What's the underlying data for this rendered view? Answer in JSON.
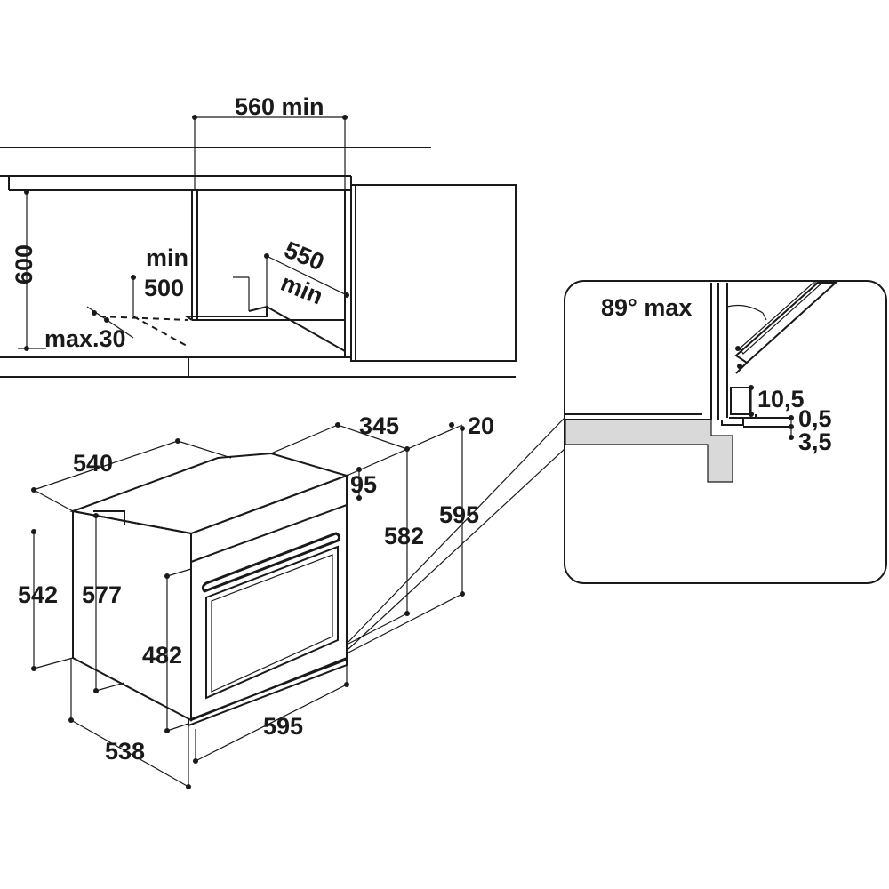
{
  "labels": {
    "cabinet_width": "560 min",
    "cabinet_height": "600",
    "rear_gap_min": "min",
    "rear_gap_value": "500",
    "depth_min_value": "550",
    "depth_min_label": "min",
    "rear_opening": "max.30",
    "oven_depth_top": "540",
    "top_depth_345": "345",
    "top_20": "20",
    "panel_95": "95",
    "height_582": "582",
    "height_595": "595",
    "side_542": "542",
    "side_577": "577",
    "door_482": "482",
    "width_595": "595",
    "depth_538": "538",
    "door_angle": "89° max",
    "detail_10_5": "10,5",
    "detail_0_5": "0,5",
    "detail_3_5": "3,5"
  }
}
